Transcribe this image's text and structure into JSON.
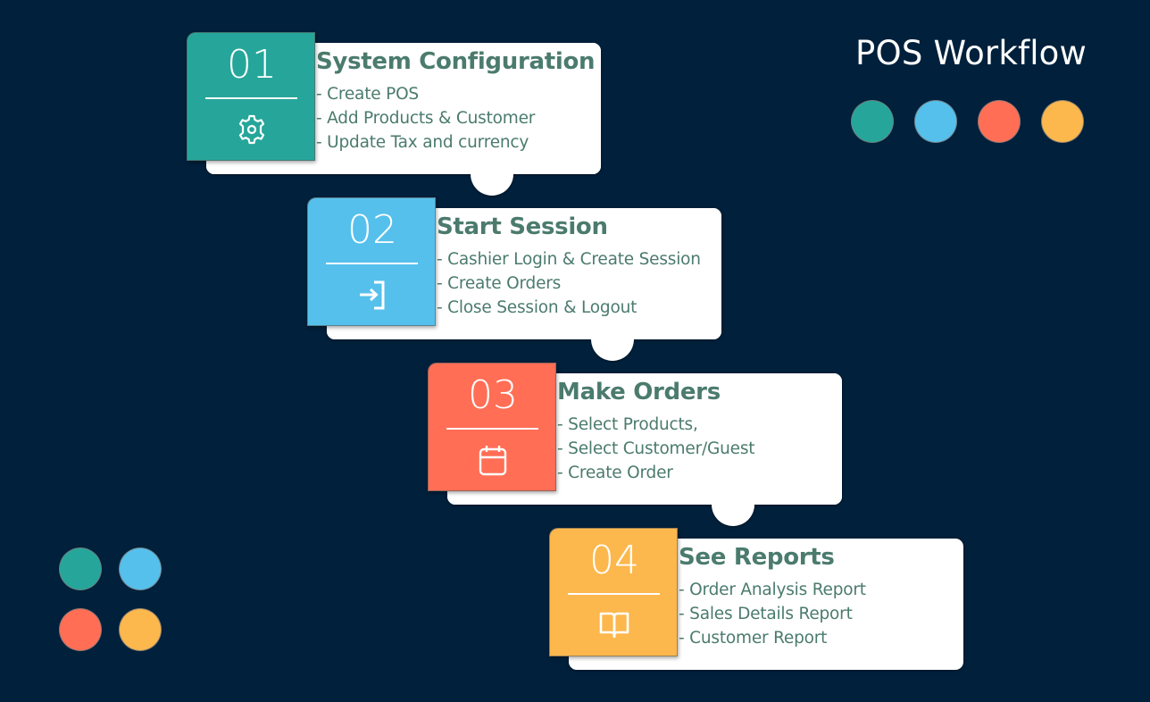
{
  "title": "POS Workflow",
  "palette": {
    "teal": "#26a69a",
    "sky": "#55c0ec",
    "coral": "#ff6e55",
    "amber": "#fcb84d",
    "background": "#00203b",
    "text": "#4b7b6d"
  },
  "legend_dots_top": [
    "#26a69a",
    "#55c0ec",
    "#ff6e55",
    "#fcb84d"
  ],
  "legend_dots_bottom": [
    "#26a69a",
    "#55c0ec",
    "#ff6e55",
    "#fcb84d"
  ],
  "steps": [
    {
      "number": "01",
      "title": "System Configuration",
      "icon": "gear-icon",
      "color": "#26a69a",
      "items": [
        "- Create POS",
        "- Add Products & Customer",
        "- Update Tax and currency"
      ]
    },
    {
      "number": "02",
      "title": "Start Session",
      "icon": "sign-in-icon",
      "color": "#55c0ec",
      "items": [
        "- Cashier Login & Create Session",
        "- Create Orders",
        "- Close Session & Logout"
      ]
    },
    {
      "number": "03",
      "title": "Make Orders",
      "icon": "calendar-icon",
      "color": "#ff6e55",
      "items": [
        "- Select Products,",
        "- Select Customer/Guest",
        "- Create Order"
      ]
    },
    {
      "number": "04",
      "title": "See Reports",
      "icon": "book-icon",
      "color": "#fcb84d",
      "items": [
        "- Order Analysis Report",
        "- Sales Details Report",
        "- Customer Report"
      ]
    }
  ]
}
